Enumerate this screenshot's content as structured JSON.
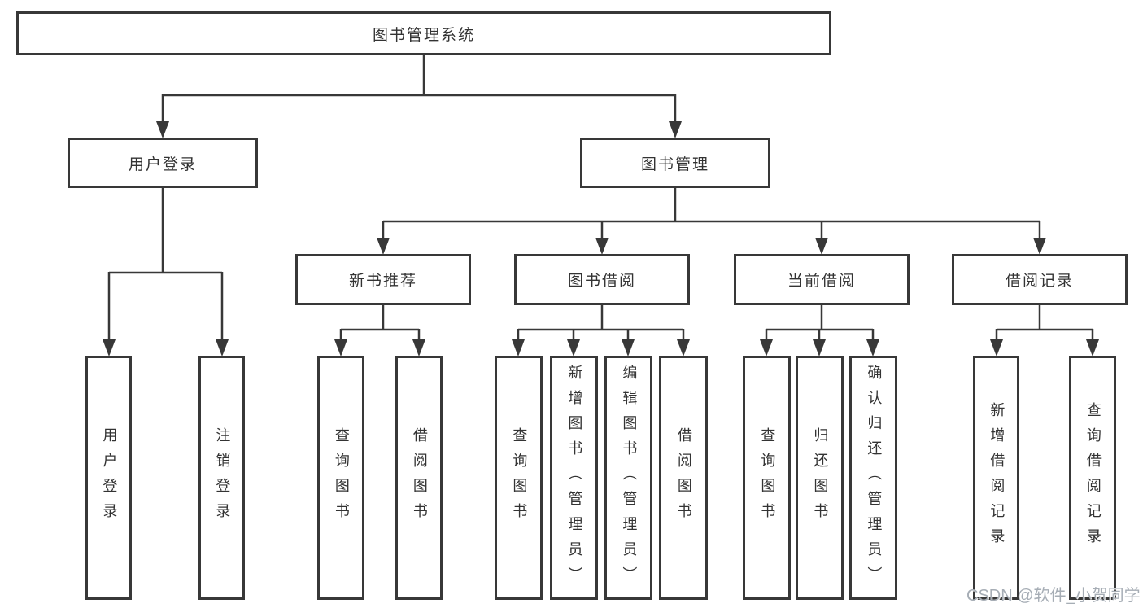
{
  "nodes": {
    "root": "图书管理系统",
    "userLogin": "用户登录",
    "bookMgmt": "图书管理",
    "newBookRec": "新书推荐",
    "bookBorrow": "图书借阅",
    "currentBorrow": "当前借阅",
    "borrowRecord": "借阅记录",
    "leafUserLogin": "用户登录",
    "leafLogout": "注销登录",
    "leafRecQuery": "查询图书",
    "leafRecBorrow": "借阅图书",
    "leafBbQuery": "查询图书",
    "leafBbAdd": "新增图书（管理员）",
    "leafBbEdit": "编辑图书（管理员）",
    "leafBbBorrow": "借阅图书",
    "leafCbQuery": "查询图书",
    "leafCbReturn": "归还图书",
    "leafCbConfirm": "确认归还（管理员）",
    "leafBrAdd": "新增借阅记录",
    "leafBrQuery": "查询借阅记录"
  },
  "hierarchy": [
    {
      "parent": "图书管理系统",
      "children": [
        "用户登录",
        "图书管理"
      ]
    },
    {
      "parent": "用户登录",
      "children": [
        "用户登录",
        "注销登录"
      ]
    },
    {
      "parent": "图书管理",
      "children": [
        "新书推荐",
        "图书借阅",
        "当前借阅",
        "借阅记录"
      ]
    },
    {
      "parent": "新书推荐",
      "children": [
        "查询图书",
        "借阅图书"
      ]
    },
    {
      "parent": "图书借阅",
      "children": [
        "查询图书",
        "新增图书（管理员）",
        "编辑图书（管理员）",
        "借阅图书"
      ]
    },
    {
      "parent": "当前借阅",
      "children": [
        "查询图书",
        "归还图书",
        "确认归还（管理员）"
      ]
    },
    {
      "parent": "借阅记录",
      "children": [
        "新增借阅记录",
        "查询借阅记录"
      ]
    }
  ],
  "watermark": "CSDN @软件_小贺同学",
  "colors": {
    "line": "#383838",
    "border": "#383838",
    "text": "#333333",
    "watermark": "#a6adb5",
    "background": "#ffffff"
  }
}
